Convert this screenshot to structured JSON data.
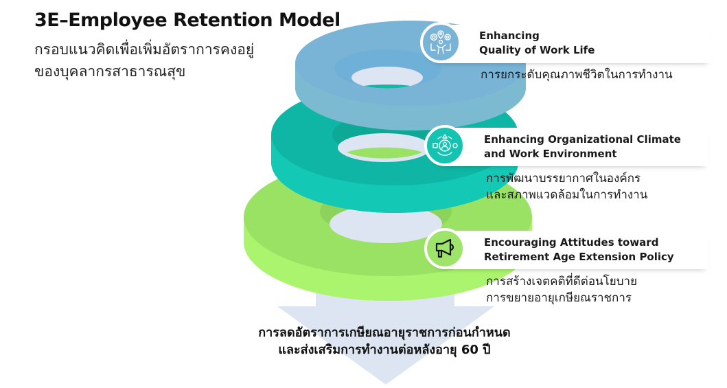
{
  "header": {
    "title": "3E–Employee Retention Model",
    "subtitle_line1": "กรอบแนวคิดเพื่อเพิ่มอัตราการคงอยู่",
    "subtitle_line2": "ของบุคลากรสาธารณสุข"
  },
  "layers": [
    {
      "id": "quality-of-work-life",
      "icon": "people-goals-icon",
      "color": "#7ab5d6",
      "en_line1": "Enhancing",
      "en_line2": "Quality of Work Life",
      "th_line1": "การยกระดับคุณภาพชีวิตในการทำงาน",
      "th_line2": ""
    },
    {
      "id": "organizational-climate",
      "icon": "team-process-gear-icon",
      "color": "#14c3b2",
      "en_line1": "Enhancing Organizational Climate",
      "en_line2": "and Work Environment",
      "th_line1": "การพัฒนาบรรยากาศในองค์กร",
      "th_line2": "และสภาพแวดล้อมในการทำงาน"
    },
    {
      "id": "retirement-attitudes",
      "icon": "megaphone-icon",
      "color": "#9ee36a",
      "en_line1": "Encouraging Attitudes toward",
      "en_line2": "Retirement Age Extension Policy",
      "th_line1": "การสร้างเจตคติที่ดีต่อนโยบาย",
      "th_line2": "การขยายอายุเกษียณราชการ"
    }
  ],
  "outcome": {
    "line1": "การลดอัตราการเกษียณอายุราชการก่อนกำหนด",
    "line2": "และส่งเสริมการทำงานต่อหลังอายุ 60 ปี",
    "arrow_color": "#dde5f2"
  }
}
